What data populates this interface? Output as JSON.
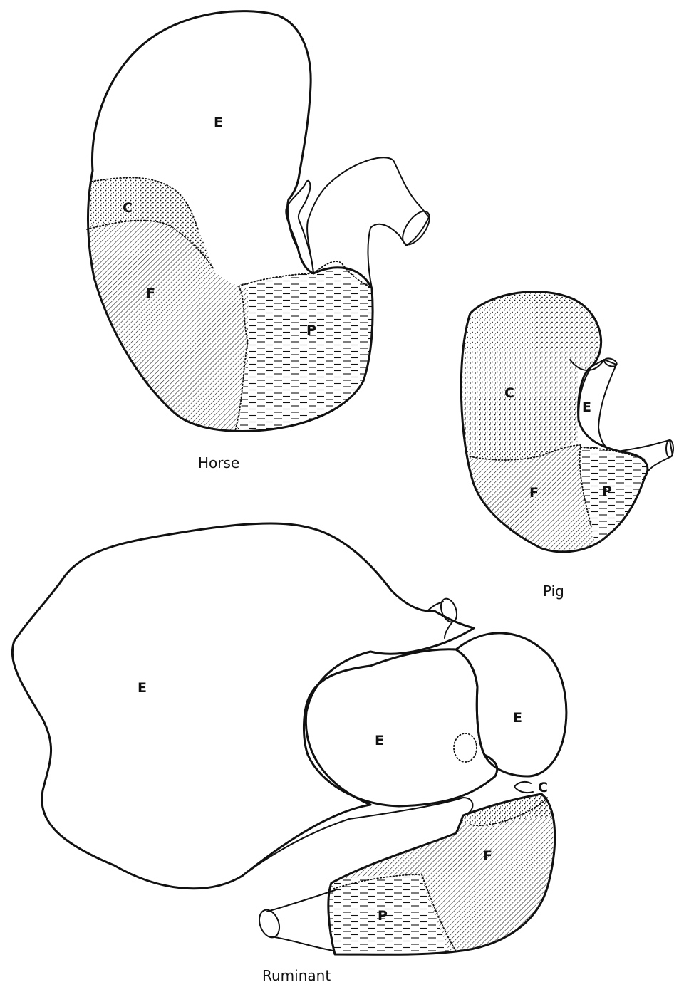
{
  "captions": {
    "horse": "Horse",
    "pig": "Pig",
    "ruminant": "Ruminant"
  },
  "region_labels": {
    "horse": {
      "e": "E",
      "c": "C",
      "f": "F",
      "p": "P"
    },
    "pig": {
      "e": "E",
      "c": "C",
      "f": "F",
      "p": "P"
    },
    "ruminant": {
      "e1": "E",
      "e2": "E",
      "e3": "E",
      "c": "C",
      "f": "F",
      "p": "P"
    }
  },
  "colors": {
    "ink": "#111111",
    "paper": "#ffffff"
  }
}
